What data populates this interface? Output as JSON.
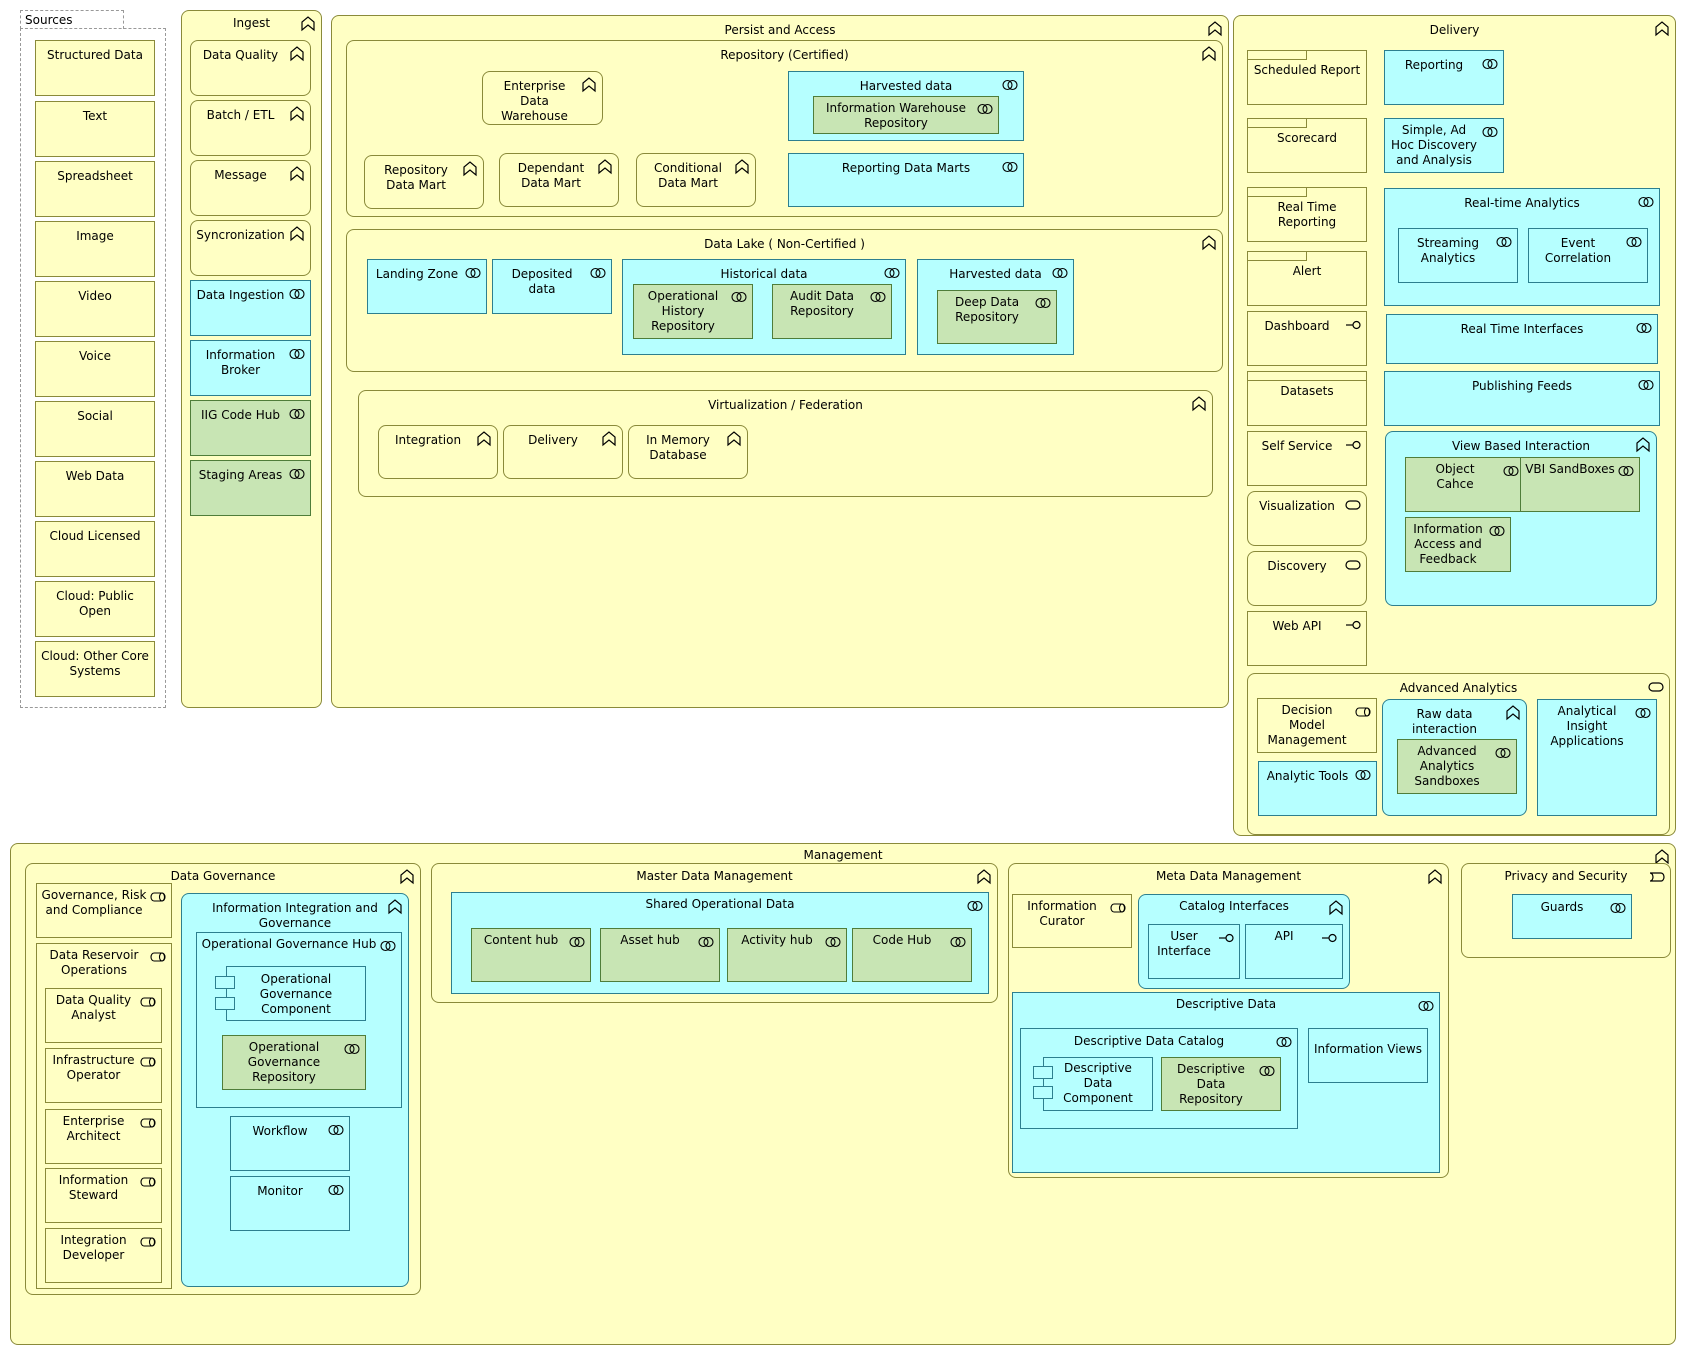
{
  "sources": {
    "title": "Sources",
    "items": [
      "Structured Data",
      "Text",
      "Spreadsheet",
      "Image",
      "Video",
      "Voice",
      "Social",
      "Web Data",
      "Cloud Licensed",
      "Cloud: Public Open",
      "Cloud: Other Core\nSystems"
    ]
  },
  "ingest": {
    "title": "Ingest",
    "yellow": [
      "Data Quality",
      "Batch / ETL",
      "Message",
      "Syncronization"
    ],
    "cyan": [
      "Data Ingestion",
      "Information\nBroker"
    ],
    "green": [
      "IIG Code Hub",
      "Staging Areas"
    ]
  },
  "persist": {
    "title": "Persist and Access",
    "repo": {
      "title": "Repository (Certified)",
      "edw": "Enterprise Data\nWarehouse",
      "repo_mart": "Repository\nData Mart",
      "dep_mart": "Dependant\nData Mart",
      "cond_mart": "Conditional\nData Mart",
      "harvested": "Harvested data",
      "iwr": "Information Warehouse\nRepository",
      "marts": "Reporting Data Marts"
    },
    "lake": {
      "title": "Data Lake ( Non-Certified )",
      "landing": "Landing Zone",
      "deposited": "Deposited data",
      "historical": "Historical data",
      "ohr": "Operational\nHistory\nRepository",
      "audit": "Audit Data\nRepository",
      "harvested": "Harvested data",
      "deep": "Deep Data\nRepository"
    },
    "virt": {
      "title": "Virtualization / Federation",
      "integration": "Integration",
      "delivery": "Delivery",
      "inmem": "In Memory\nDatabase"
    }
  },
  "delivery": {
    "title": "Delivery",
    "left": [
      "Scheduled Report",
      "Scorecard",
      "Real Time Reporting",
      "Alert",
      "Dashboard",
      "Datasets",
      "Self Service",
      "Visualization",
      "Discovery",
      "Web API"
    ],
    "reporting": "Reporting",
    "adhoc": "Simple, Ad\nHoc Discovery\nand Analysis",
    "rta": "Real-time Analytics",
    "streaming": "Streaming\nAnalytics",
    "event": "Event\nCorrelation",
    "rti": "Real Time Interfaces",
    "feeds": "Publishing Feeds",
    "vbi": "View Based Interaction",
    "object": "Object\nCahce",
    "sandboxes": "VBI SandBoxes",
    "iaf": "Information\nAccess and\nFeedback",
    "adv": {
      "title": "Advanced Analytics",
      "dmm": "Decision\nModel\nManagement",
      "tools": "Analytic Tools",
      "raw": "Raw data\ninteraction",
      "sandbox": "Advanced\nAnalytics\nSandboxes",
      "insight": "Analytical\nInsight\nApplications"
    }
  },
  "management": {
    "title": "Management",
    "gov": {
      "title": "Data Governance",
      "grc": "Governance, Risk\nand Compliance",
      "dro": "Data Reservoir\nOperations",
      "roles": [
        "Data Quality\nAnalyst",
        "Infrastructure\nOperator",
        "Enterprise\nArchitect",
        "Information\nSteward",
        "Integration\nDeveloper"
      ],
      "iig": "Information Integration and\nGovernance",
      "ogh": "Operational Governance Hub",
      "ogc": "Operational\nGovernance\nComponent",
      "ogr": "Operational\nGovernance\nRepository",
      "workflow": "Workflow",
      "monitor": "Monitor"
    },
    "mdm": {
      "title": "Master Data Management",
      "shared": "Shared Operational Data",
      "hubs": [
        "Content hub",
        "Asset hub",
        "Activity hub",
        "Code Hub"
      ]
    },
    "meta": {
      "title": "Meta Data Management",
      "curator": "Information\nCurator",
      "catalog": "Catalog Interfaces",
      "ui": "User\nInterface",
      "api": "API",
      "desc": "Descriptive Data",
      "catalog_d": "Descriptive Data Catalog",
      "dd_comp": "Descriptive Data\nComponent",
      "dd_repo": "Descriptive\nData\nRepository",
      "views": "Information Views"
    },
    "privacy": {
      "title": "Privacy and Security",
      "guards": "Guards"
    }
  }
}
